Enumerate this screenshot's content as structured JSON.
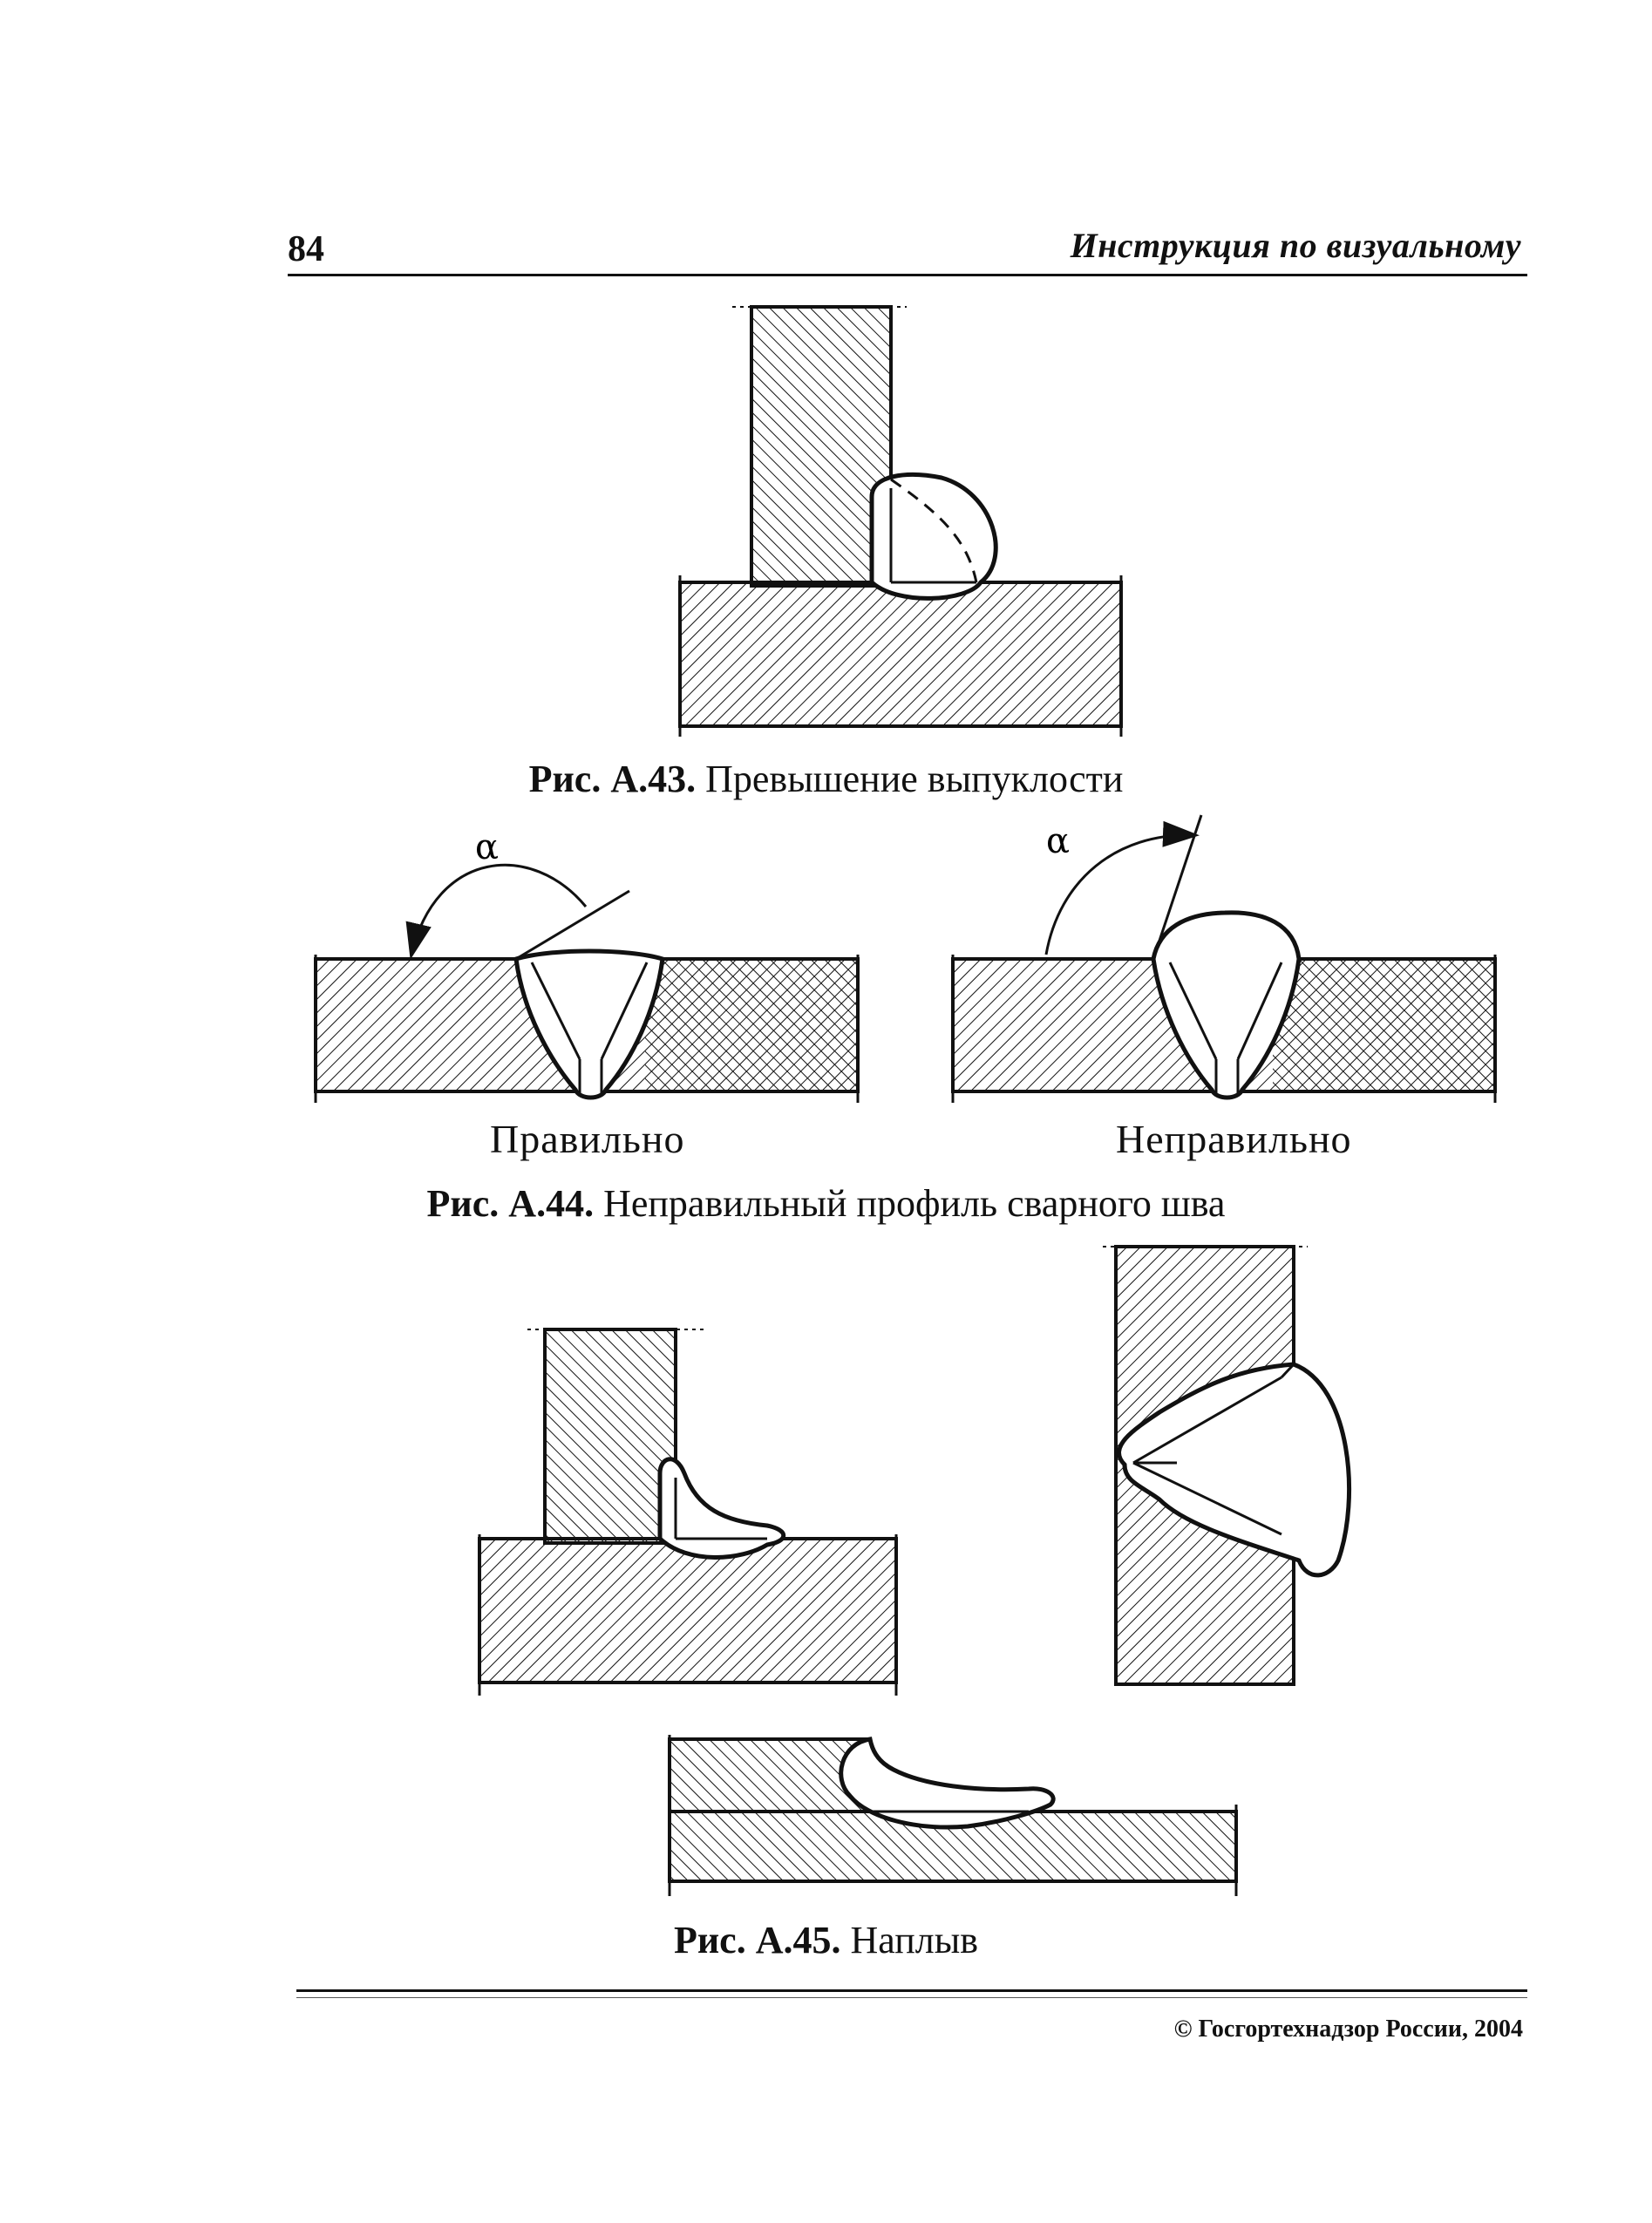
{
  "header": {
    "page_number": "84",
    "running_title": "Инструкция по визуальному"
  },
  "figures": {
    "a43": {
      "label": "Рис. А.43.",
      "title": "Превышение выпуклости"
    },
    "a44": {
      "label": "Рис. А.44.",
      "title": "Неправильный профиль сварного шва",
      "left_caption": "Правильно",
      "right_caption": "Неправильно",
      "angle_symbol": "α"
    },
    "a45": {
      "label": "Рис. А.45.",
      "title": "Наплыв"
    }
  },
  "footer": {
    "copyright": "© Госгортехнадзор России, 2004"
  }
}
